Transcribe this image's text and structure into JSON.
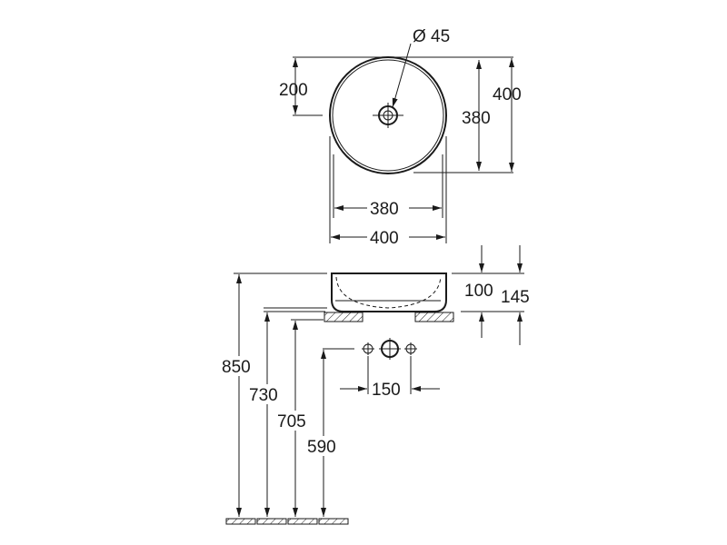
{
  "labels": {
    "drain_diameter": "Ø 45",
    "top_drain_offset": "200",
    "top_outer_height": "400",
    "top_inner_height": "380",
    "top_inner_width": "380",
    "top_outer_width": "400",
    "basin_inner_height": "100",
    "basin_outer_height": "145",
    "rim_height": "850",
    "support_height_730": "730",
    "support_height_705": "705",
    "tap_height": "590",
    "tap_spacing": "150"
  }
}
